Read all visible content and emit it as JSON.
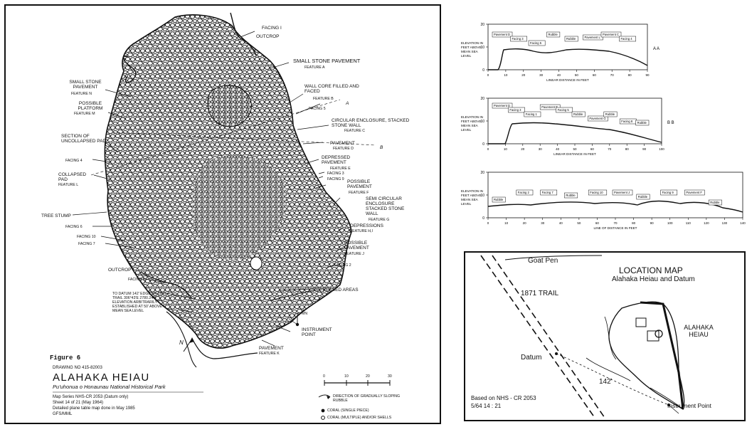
{
  "feature_labels": {
    "facing1": "FACING I",
    "outcrop_top": "OUTCROP",
    "small_stone_pavement_a": "SMALL STONE PAVEMENT",
    "feature_a": "FEATURE A",
    "small_stone_pavement_n": "SMALL STONE PAVEMENT",
    "feature_n": "FEATURE N",
    "possible_platform": "POSSIBLE PLATFORM",
    "feature_m": "FEATURE M",
    "wall_core": "WALL CORE FILLED AND FACED",
    "feature_b": "FEATURE B",
    "facing5": "FACING 5",
    "section_a": "A",
    "circular_enclosure": "CIRCULAR ENCLOSURE, STACKED STONE WALL",
    "feature_c": "FEATURE C",
    "section_uncollapsed": "SECTION OF UNCOLLAPSED PAD",
    "pavement_d": "PAVEMENT",
    "feature_d": "FEATURE D",
    "section_b": "B",
    "facing4": "FACING 4",
    "depressed_pavement": "DEPRESSED PAVEMENT",
    "feature_e": "FEATURE E",
    "collapsed_pad": "COLLAPSED PAD",
    "feature_l": "FEATURE L",
    "facing3": "FACING 3",
    "facing9": "FACING 9",
    "possible_pavement_f": "POSSIBLE PAVEMENT",
    "feature_f": "FEATURE F",
    "semi_circular": "SEMI CIRCULAR ENCLOSURE STACKED STONE WALL",
    "feature_g": "FEATURE G",
    "tree_stump": "TREE STUMP",
    "facing6": "FACING 6",
    "depressions": "DEPRESSIONS",
    "feature_hi": "FEATURE H,I",
    "facing10": "FACING 10",
    "facing7": "FACING 7",
    "possible_pavement_j": "POSSIBLE PAVEMENT",
    "feature_j": "FEATURE J",
    "outcrop_left": "OUTCROP",
    "facing2": "FACING 2",
    "facing8": "FACING 8",
    "depressed_areas": "DEPRESSED AREAS",
    "datum_note": "TO DATUM 142' EDGE OF 1871 TRAIL 306°43'E 2780.24'S ELEVATION ARBITRARILY ESTABLISHED AT 50' ABOVE MEAN SEA LEVEL",
    "mn": "MN",
    "instrument_point": "INSTRUMENT POINT",
    "pavement_k": "PAVEMENT",
    "feature_k": "FEATURE K",
    "north_arrow": "N"
  },
  "title_block": {
    "figure": "Figure 6",
    "drawing_no": "DRAWING NO 415-82003",
    "site_name": "ALAHAKA HEIAU",
    "park": "Pu'uhonua o Honaunau National Historical Park",
    "series": "Map Series NHS-CR 2053 (Datum only)",
    "sheet": "Sheet 14 of 21 (May 1964)",
    "detail": "Detailed plane table map done in May 1985",
    "initials": "GFS/MML"
  },
  "legend": {
    "scale_ticks": [
      "0",
      "10",
      "20",
      "30"
    ],
    "arrow_text": "DIRECTION OF GRADUALLY SLOPING RUBBLE",
    "coral_single": "CORAL (SINGLE PIECE)",
    "coral_multiple": "CORAL (MULTIPLE) AND/OR SHELLS"
  },
  "profiles": [
    {
      "section": "A A",
      "ylabel": "ELEVATION IN FEET ABOVE MEAN SEA LEVEL",
      "xlabel": "LINEAR DISTANCE IN FEET",
      "y_ticks": [
        "20",
        "10",
        "0"
      ],
      "x_ticks": [
        "0",
        "10",
        "20",
        "30",
        "40",
        "50",
        "60",
        "70",
        "80",
        "90"
      ],
      "annotations": [
        "Pavement D",
        "Facing 3",
        "Facing 5",
        "Rubble",
        "Rubble",
        "Pavement L",
        "Pavement C",
        "Facing 4"
      ]
    },
    {
      "section": "B B",
      "ylabel": "ELEVATION IN FEET ABOVE MEAN SEA LEVEL",
      "xlabel": "LINEAR DISTANCE IN FEET",
      "y_ticks": [
        "20",
        "10",
        "0"
      ],
      "x_ticks": [
        "0",
        "10",
        "20",
        "30",
        "40",
        "50",
        "60",
        "70",
        "80",
        "90",
        "100"
      ],
      "annotations": [
        "Pavement D",
        "Facing 3",
        "Facing 1",
        "Pavement E",
        "Facing 5",
        "Rubble",
        "Pavement G",
        "Rubble",
        "Facing 8",
        "Rubble"
      ]
    },
    {
      "section": "",
      "ylabel": "ELEVATION IN FEET ABOVE MEAN SEA LEVEL",
      "xlabel": "LINE OF DISTANCE IN FEET",
      "y_ticks": [
        "20",
        "10",
        "0"
      ],
      "x_ticks": [
        "0",
        "10",
        "20",
        "30",
        "40",
        "50",
        "60",
        "70",
        "80",
        "90",
        "100",
        "110",
        "120",
        "130",
        "140"
      ],
      "annotations": [
        "Rubble",
        "Facing 2",
        "Facing 7",
        "Rubble",
        "Facing 10",
        "Pavement J",
        "Rubble",
        "Facing 9",
        "Pavement F",
        "Rubble"
      ]
    }
  ],
  "location_map": {
    "title": "LOCATION MAP",
    "subtitle": "Alahaka Heiau and Datum",
    "goat_pen": "Goat Pen",
    "trail": "1871 TRAIL",
    "heiau": "ALAHAKA HEIAU",
    "datum": "Datum",
    "distance": "142'",
    "instrument": "Instrument Point",
    "source": "Based on NHS - CR 2053",
    "source_date": "5/64   14 : 21"
  }
}
